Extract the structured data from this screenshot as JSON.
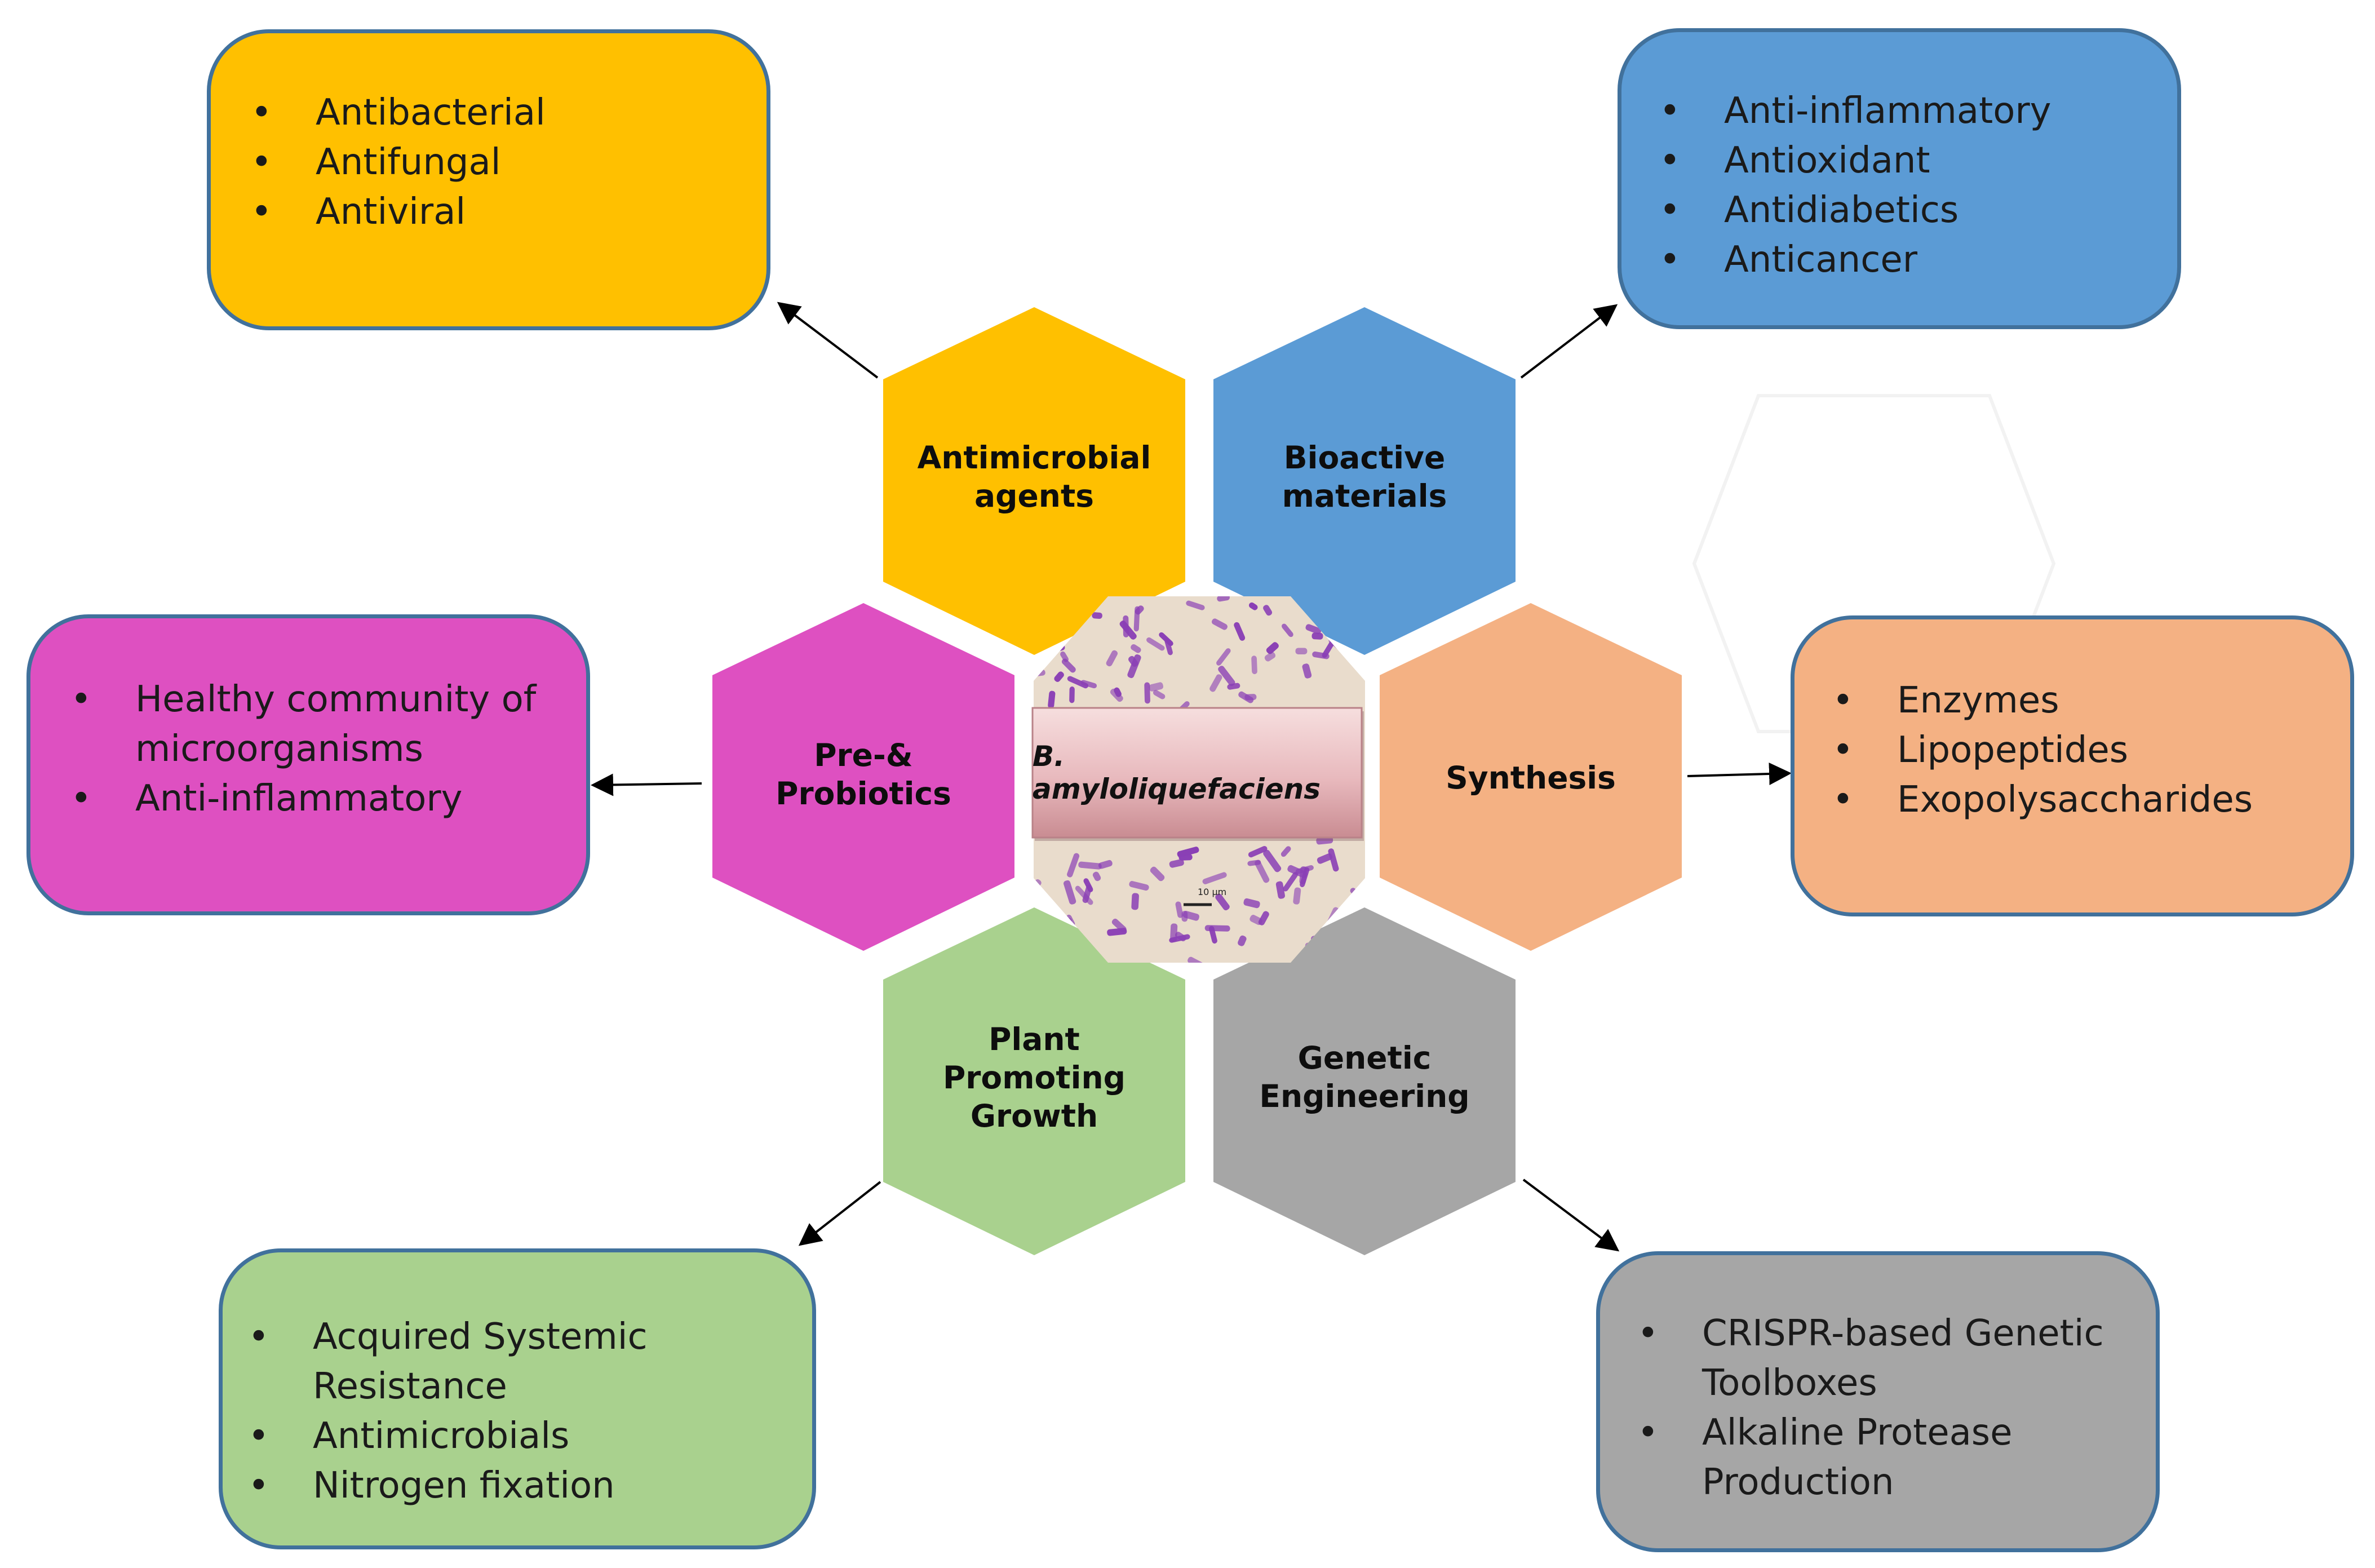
{
  "center": {
    "label": "B. amyloliquefaciens",
    "scale_bar": "10 μm"
  },
  "hexagons": {
    "antimicrobial": {
      "line1": "Antimicrobial",
      "line2": "agents",
      "color": "#ffc000"
    },
    "bioactive": {
      "line1": "Bioactive",
      "line2": "materials",
      "color": "#5b9bd5"
    },
    "probiotics": {
      "line1": "Pre-&",
      "line2": "Probiotics",
      "color": "#de50c1"
    },
    "synthesis": {
      "line1": "Synthesis",
      "color": "#f4b183"
    },
    "plant": {
      "line1": "Plant",
      "line2": "Promoting",
      "line3": "Growth",
      "color": "#a9d18e"
    },
    "genetic": {
      "line1": "Genetic",
      "line2": "Engineering",
      "color": "#a6a6a6"
    }
  },
  "boxes": {
    "antimicrobial": {
      "items": [
        "Antibacterial",
        "Antifungal",
        "Antiviral"
      ],
      "color": "#ffc000"
    },
    "bioactive": {
      "items": [
        "Anti-inflammatory",
        "Antioxidant",
        "Antidiabetics",
        "Anticancer"
      ],
      "color": "#5b9bd5"
    },
    "probiotics": {
      "item1_line1": "Healthy community of",
      "item1_line2": "microorganisms",
      "item2": "Anti-inflammatory",
      "color": "#de50c1"
    },
    "synthesis": {
      "items": [
        "Enzymes",
        "Lipopeptides",
        "Exopolysaccharides"
      ],
      "color": "#f4b183"
    },
    "plant": {
      "items": [
        "Acquired Systemic Resistance",
        "Antimicrobials",
        "Nitrogen fixation"
      ],
      "color": "#a9d18e"
    },
    "genetic": {
      "item1_line1": "CRISPR-based Genetic",
      "item1_line2": "Toolboxes",
      "item2_line1": "Alkaline Protease",
      "item2_line2": "Production",
      "color": "#a6a6a6"
    }
  },
  "colors": {
    "border": "#41719c",
    "arrow": "#000000",
    "micrograph_bg": "#e9dccc",
    "cell_color": "#8a3fb5"
  }
}
